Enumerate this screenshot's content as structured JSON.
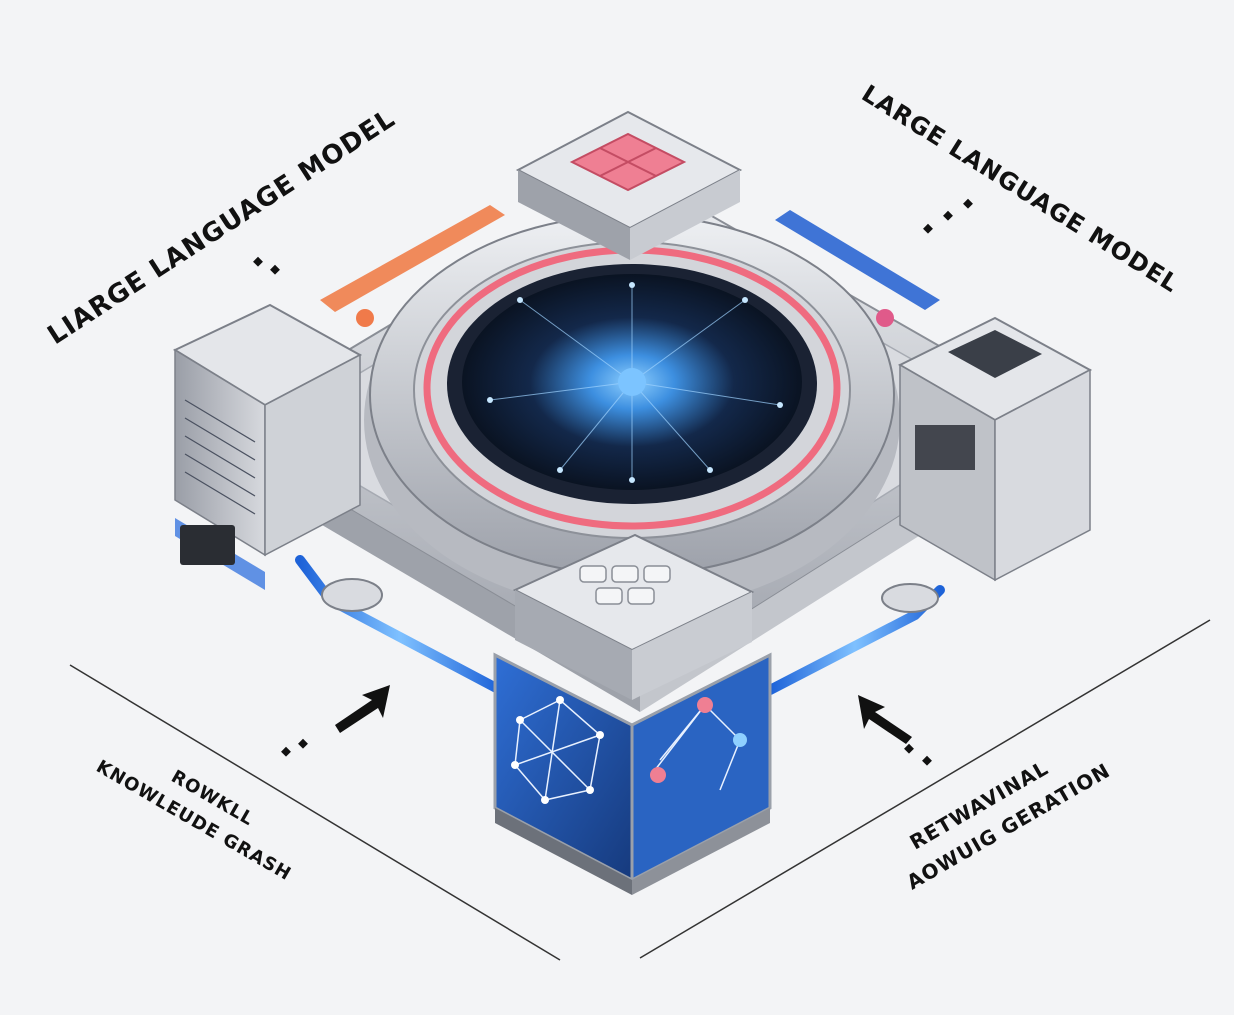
{
  "labels": {
    "top_left": "LIARGE LANGUAGE MODEL",
    "top_right": "LARGE LANGUAGE MODEL",
    "bottom_left_line1": "ROWKLL",
    "bottom_left_line2": "KNOWLEUDE GRASH",
    "bottom_right_line1": "RETWAVINAL",
    "bottom_right_line2": "AOWUIG GERATION"
  },
  "colors": {
    "background": "#f3f4f6",
    "metal": "#c9ccd2",
    "metal_dark": "#7c8089",
    "accent_blue": "#2f6fd6",
    "accent_pink": "#ef6b7f",
    "core_dark": "#0e1a2e",
    "graph_cube": "#2456a6"
  },
  "icons": {
    "core": "neural-network-core-icon",
    "graph": "knowledge-graph-icon",
    "chip": "chip-icon",
    "arrows": "arrow-icon"
  }
}
